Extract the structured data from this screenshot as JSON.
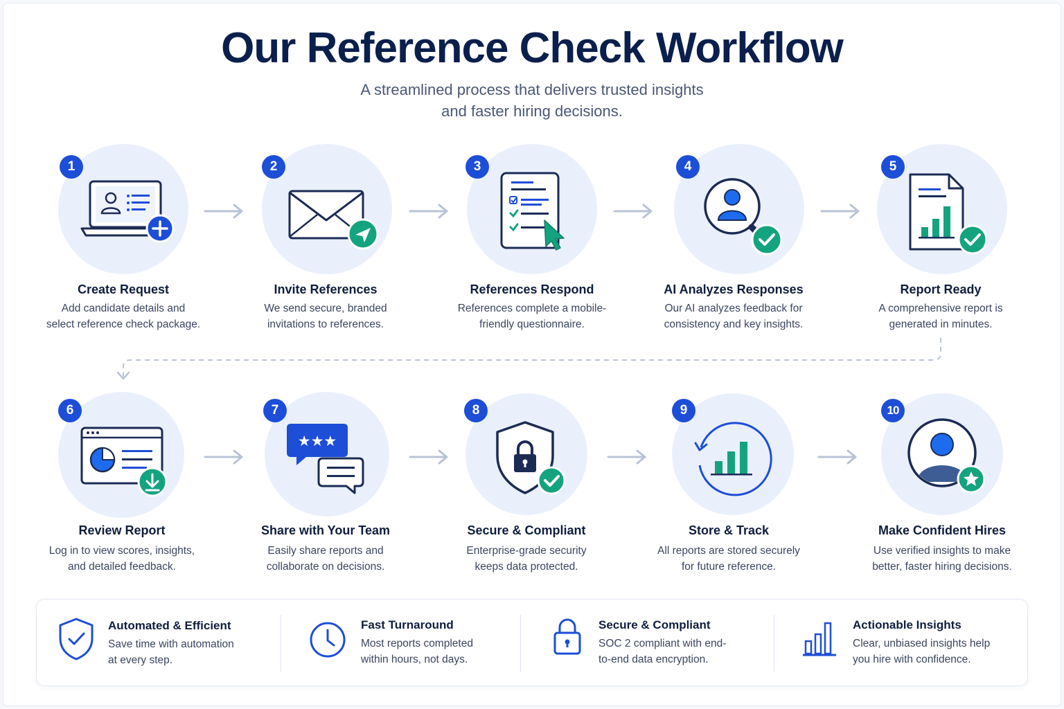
{
  "header": {
    "title": "Our Reference Check Workflow",
    "subtitle_line1": "A streamlined process that delivers trusted insights",
    "subtitle_line2": "and faster hiring decisions."
  },
  "steps": [
    {
      "number": "1",
      "title": "Create Request",
      "desc_line1": "Add candidate details and",
      "desc_line2": "select reference check package.",
      "icon": "laptop-profile-add-icon"
    },
    {
      "number": "2",
      "title": "Invite References",
      "desc_line1": "We send secure, branded",
      "desc_line2": "invitations to references.",
      "icon": "envelope-send-icon"
    },
    {
      "number": "3",
      "title": "References Respond",
      "desc_line1": "References complete a mobile-",
      "desc_line2": "friendly questionnaire.",
      "icon": "checklist-cursor-icon"
    },
    {
      "number": "4",
      "title": "AI Analyzes Responses",
      "desc_line1": "Our AI analyzes feedback for",
      "desc_line2": "consistency and key insights.",
      "icon": "magnifier-user-check-icon"
    },
    {
      "number": "5",
      "title": "Report Ready",
      "desc_line1": "A comprehensive report is",
      "desc_line2": "generated in minutes.",
      "icon": "report-chart-check-icon"
    },
    {
      "number": "6",
      "title": "Review Report",
      "desc_line1": "Log in to view scores, insights,",
      "desc_line2": "and detailed feedback.",
      "icon": "dashboard-download-icon"
    },
    {
      "number": "7",
      "title": "Share with Your Team",
      "desc_line1": "Easily share reports and",
      "desc_line2": "collaborate on decisions.",
      "icon": "chat-stars-icon"
    },
    {
      "number": "8",
      "title": "Secure & Compliant",
      "desc_line1": "Enterprise-grade security",
      "desc_line2": "keeps data protected.",
      "icon": "shield-lock-check-icon"
    },
    {
      "number": "9",
      "title": "Store & Track",
      "desc_line1": "All reports are stored securely",
      "desc_line2": "for future reference.",
      "icon": "history-chart-icon"
    },
    {
      "number": "10",
      "title": "Make Confident Hires",
      "desc_line1": "Use verified insights to make",
      "desc_line2": "better, faster hiring decisions.",
      "icon": "user-star-icon"
    }
  ],
  "benefits": [
    {
      "title": "Automated & Efficient",
      "desc_line1": "Save time with automation",
      "desc_line2": "at every step.",
      "icon": "shield-check-icon"
    },
    {
      "title": "Fast Turnaround",
      "desc_line1": "Most reports completed",
      "desc_line2": "within hours, not days.",
      "icon": "clock-icon"
    },
    {
      "title": "Secure & Compliant",
      "desc_line1": "SOC 2 compliant with end-",
      "desc_line2": "to-end data encryption.",
      "icon": "lock-icon"
    },
    {
      "title": "Actionable Insights",
      "desc_line1": "Clear, unbiased insights help",
      "desc_line2": "you hire with confidence.",
      "icon": "bar-chart-icon"
    }
  ],
  "colors": {
    "primary_blue": "#1d4ed8",
    "navy": "#0b1f4d",
    "teal": "#14a37f",
    "circle_bg": "#eaf0fb",
    "arrow_gray": "#b8c3d6"
  }
}
